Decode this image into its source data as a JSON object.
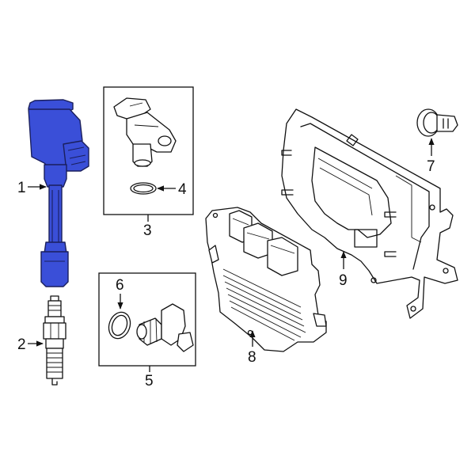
{
  "colors": {
    "highlight": "#3a4fd8",
    "highlight_dark": "#1a1f5c",
    "line": "#111111",
    "background": "#ffffff"
  },
  "callouts": {
    "c1": "1",
    "c2": "2",
    "c3": "3",
    "c4": "4",
    "c5": "5",
    "c6": "6",
    "c7": "7",
    "c8": "8",
    "c9": "9"
  }
}
